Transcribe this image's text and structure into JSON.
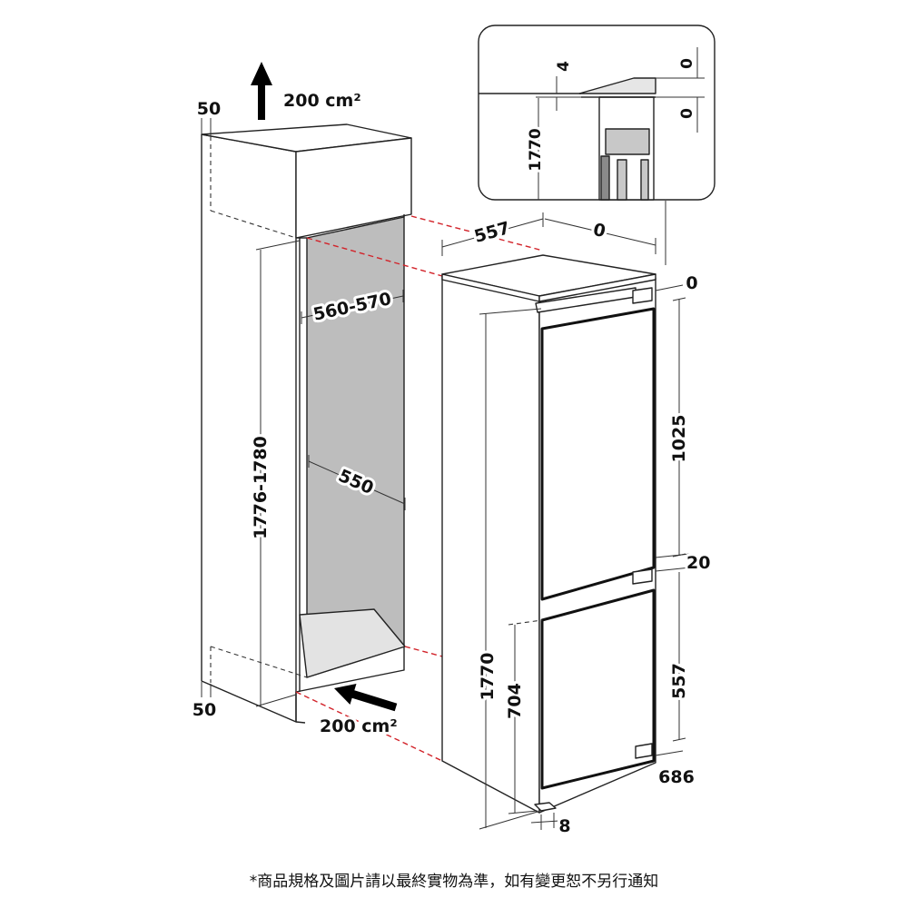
{
  "cabinet": {
    "top_gap": "50",
    "top_vent": "200 cm²",
    "niche_height": "1776-1780",
    "niche_width": "560-570",
    "niche_depth": "550",
    "bottom_gap": "50",
    "bottom_vent": "200 cm²"
  },
  "fridge": {
    "depth": "557",
    "depth_gap": "0",
    "top_gap": "0",
    "upper_door": "1025",
    "door_gap": "20",
    "lower_door": "557",
    "lower_offset": "686",
    "height": "1770",
    "lower_height": "704",
    "foot": "8"
  },
  "detail": {
    "gap": "4",
    "height": "1770",
    "top_gap_1": "0",
    "top_gap_2": "0"
  },
  "footer": {
    "note": "*商品規格及圖片請以最終實物為準，如有變更恕不另行通知"
  },
  "colors": {
    "niche": "#bdbdbd",
    "floor": "#e3e3e3",
    "guide": "#d2232a",
    "detail_dark": "#8a8a8a",
    "detail_light": "#c8c8c8"
  }
}
